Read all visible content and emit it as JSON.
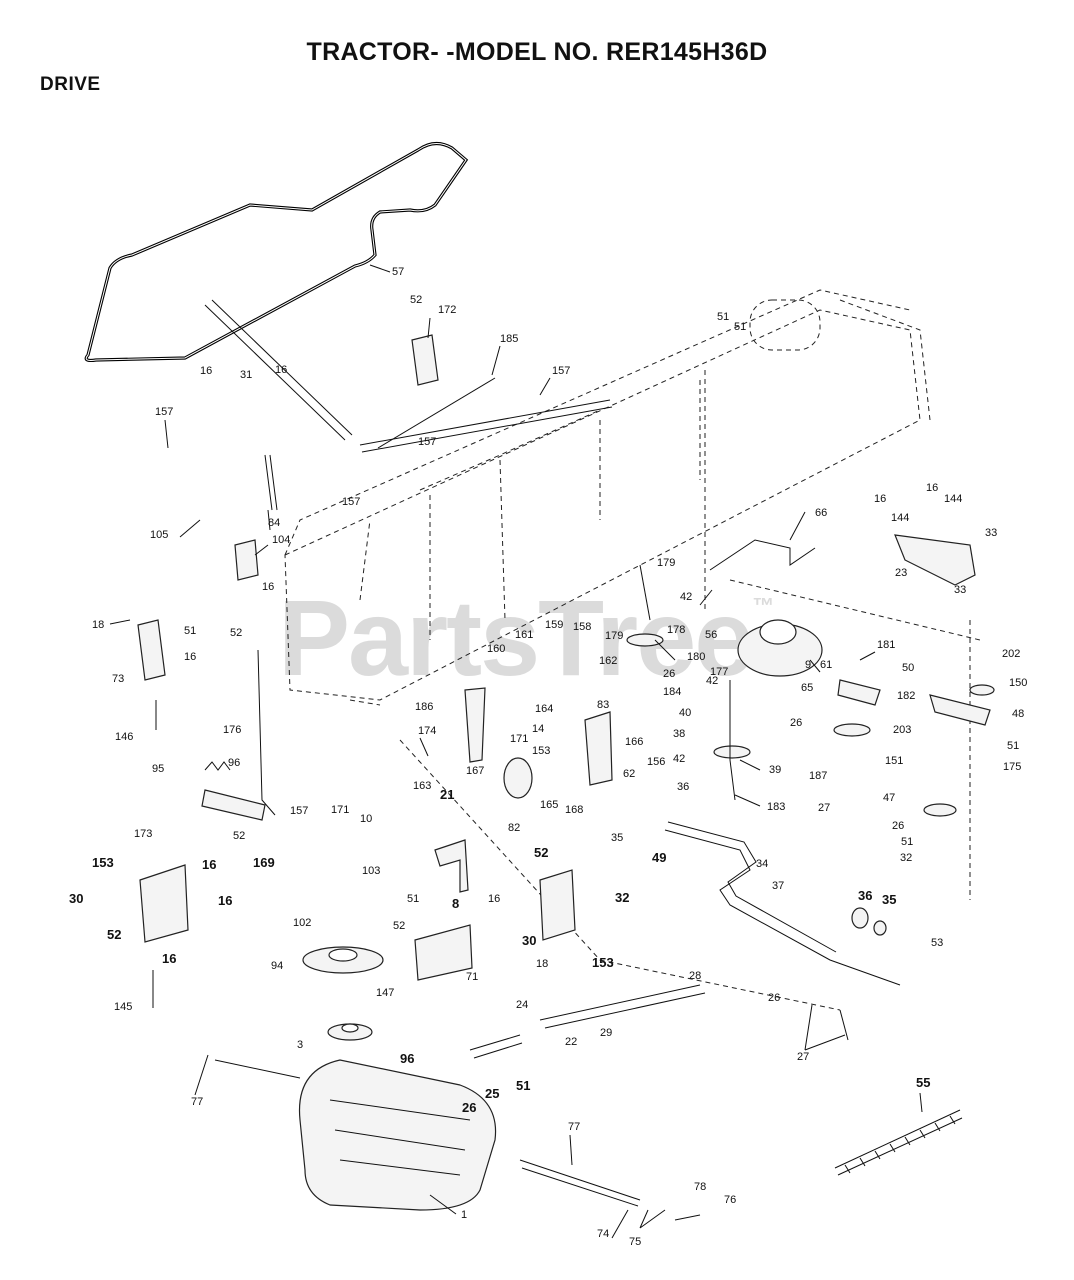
{
  "header": {
    "title": "TRACTOR- -MODEL NO. RER145H36D",
    "section": "DRIVE"
  },
  "watermark": {
    "text": "PartsTree",
    "mark": "™"
  },
  "callouts": [
    "57",
    "52",
    "172",
    "185",
    "157",
    "51",
    "51",
    "16",
    "31",
    "16",
    "157",
    "157",
    "157",
    "84",
    "105",
    "104",
    "16",
    "52",
    "18",
    "51",
    "16",
    "73",
    "146",
    "66",
    "16",
    "16",
    "144",
    "144",
    "33",
    "23",
    "33",
    "179",
    "42",
    "56",
    "178",
    "179",
    "26",
    "180",
    "161",
    "159",
    "158",
    "160",
    "162",
    "164",
    "14",
    "83",
    "9",
    "61",
    "181",
    "177",
    "184",
    "65",
    "50",
    "202",
    "182",
    "150",
    "48",
    "186",
    "174",
    "163",
    "167",
    "171",
    "153",
    "42",
    "40",
    "38",
    "42",
    "39",
    "183",
    "203",
    "26",
    "187",
    "27",
    "151",
    "51",
    "175",
    "176",
    "96",
    "95",
    "157",
    "173",
    "52",
    "169",
    "171",
    "10",
    "21",
    "82",
    "165",
    "168",
    "166",
    "156",
    "62",
    "35",
    "36",
    "49",
    "47",
    "26",
    "51",
    "32",
    "153",
    "30",
    "16",
    "52",
    "16",
    "16",
    "145",
    "103",
    "102",
    "94",
    "8",
    "52",
    "16",
    "30",
    "32",
    "153",
    "51",
    "52",
    "71",
    "18",
    "147",
    "34",
    "37",
    "36",
    "35",
    "53",
    "28",
    "26",
    "27",
    "24",
    "22",
    "29",
    "3",
    "96",
    "25",
    "51",
    "26",
    "77",
    "1",
    "77",
    "78",
    "76",
    "74",
    "75",
    "55"
  ]
}
